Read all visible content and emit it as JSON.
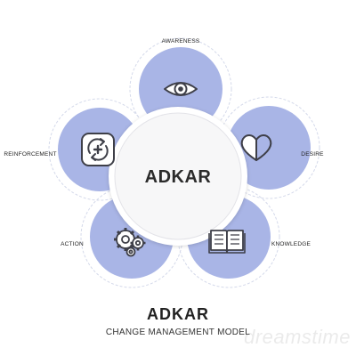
{
  "diagram": {
    "center": "ADKAR",
    "stages": [
      {
        "label": "AWARENESS",
        "icon": "eye-icon"
      },
      {
        "label": "DESIRE",
        "icon": "heart-icon"
      },
      {
        "label": "KNOWLEDGE",
        "icon": "book-icon"
      },
      {
        "label": "ACTION",
        "icon": "gears-icon"
      },
      {
        "label": "REINFORCEMENT",
        "icon": "refresh-plus-icon"
      }
    ]
  },
  "footer": {
    "title": "ADKAR",
    "subtitle": "CHANGE MANAGEMENT MODEL"
  },
  "colors": {
    "petal_fill": "#A9B5E6",
    "ring_stroke": "#D4D9EA",
    "icon_stroke": "#3E3F48",
    "center_fill": "#F7F7F8"
  }
}
